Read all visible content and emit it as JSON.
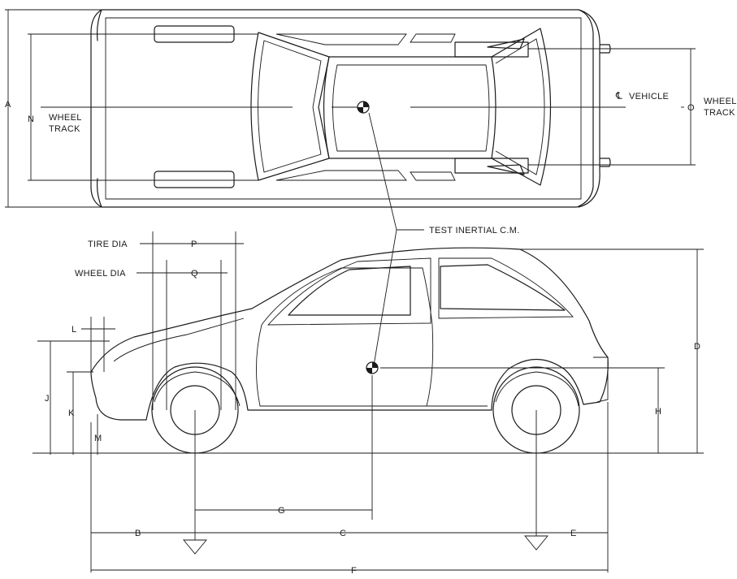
{
  "labels": {
    "A": "A",
    "B": "B",
    "C": "C",
    "D": "D",
    "E": "E",
    "F": "F",
    "G": "G",
    "H": "H",
    "J": "J",
    "K": "K",
    "L": "L",
    "M": "M",
    "N": "N",
    "O": "O",
    "P": "P",
    "Q": "Q",
    "wheel_track_left_line1": "WHEEL",
    "wheel_track_left_line2": "TRACK",
    "wheel_track_right_line1": "WHEEL",
    "wheel_track_right_line2": "TRACK",
    "vehicle_centerline": "VEHICLE",
    "centerline_symbol": "℄",
    "tire_dia": "TIRE DIA",
    "wheel_dia": "WHEEL DIA",
    "test_inertial_cm": "TEST INERTIAL C.M."
  }
}
